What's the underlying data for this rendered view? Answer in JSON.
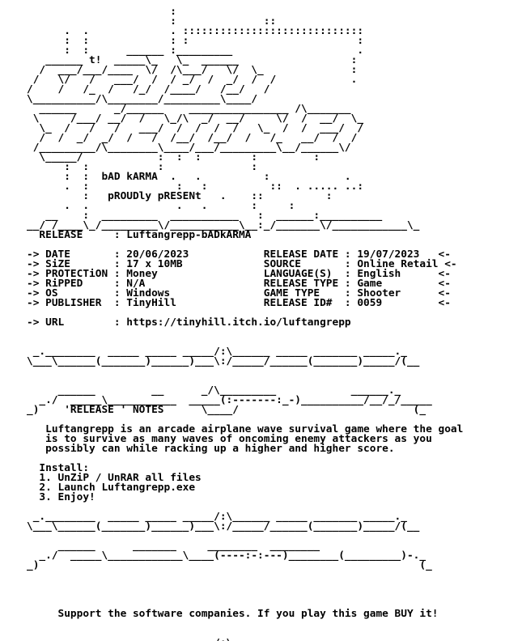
{
  "nfo": {
    "lines": [
      "                       :",
      "                       :              ::",
      "      .  .             . :::::::::::::::::::::::::::::",
      "      :  :             : :                           :",
      "      :  :      ______ :_________                    .",
      "   ______ t!  _____\\_   \\_  ______                  :",
      "  /  ___/___/____  \\/  /\\___/   \\/  \\_              :",
      " /   \\/   /   ___/  /  / _/  /  _/  /  /            .",
      "/    /   /_  /   /_/  /____/   /__/   /",
      "\\__________/\\________/_________\\____/",
      "  ______      _/______    ________________ /\\_______",
      " \\     /___/ __/  /   \\_/\\  _/  __/     \\/  /  __/  \\_",
      "  \\_  /   /   /   ___/  /  /  /  /   \\_  /  /  ___/  /",
      "  /  /  _/  _/  /   /  /__/  /__/  /   /_   __/  /  /",
      " /_________/\\________\\____/___/_________\\__/______\\/",
      "  \\_____/            :  :  :        :         :",
      "      :  :           :              :",
      "      :  :  bAD kARMA  .   .          :            .",
      "      .  :              :   :          ::  . ..... ..:",
      "         :   pROUDly pRESENt   .    ::          :",
      "      .  .              .   .       :     :",
      "   __    :  _________  ___________   :  ______:__________",
      "__/ /____\\_/_________\\/___________\\__:_/_______\\/____________\\_",
      "  RELEASE     : Luftangrepp-bADkARMA",
      "",
      "-> DATE       : 20/06/2023            RELEASE DATE : 19/07/2023   <-",
      "-> SiZE       : 17 x 10MB             SOURCE       : Online Retail <-",
      "-> PROTECTiON : Money                 LANGUAGE(S)  : English      <-",
      "-> RiPPED     : N/A                   RELEASE TYPE : Game         <-",
      "-> OS         : Windows               GAME TYPE    : Shooter      <-",
      "-> PUBLISHER  : TinyHill              RELEASE ID#  : 0059         <-",
      "",
      "-> URL        : https://tinyhill.itch.io/luftangrepp",
      "",
      "",
      " _.________  _____ _____ _____/:\\______ _____ _______ _____._",
      "\\___\\______(_______)______)___\\:/_____/______(_______)_____/(__",
      "",
      "",
      "     ______         __      _/\\_________            ______._",
      "  _./  _____\\___________  _____(:-------:_-)__________/__/_/_____",
      "_)    'RELEASE ' NOTES      \\____/                            (_",
      "",
      "   Luftangrepp is an arcade airplane wave survival game where the goal",
      "   is to survive as many waves of oncoming enemy attackers as you",
      "   possibly can while racking up a higher and higher score.",
      "",
      "  Install:",
      "  1. UnZiP / UnRAR all files",
      "  2. Launch Luftangrepp.exe",
      "  3. Enjoy!",
      "",
      " _.________  _____ _____ _____/:\\______ _____ _______ _____._",
      "\\___\\______(_______)______)___\\:/_____/______(_______)_____/(__",
      "",
      "     ______      _______     ________  ________",
      "  _./  _____\\____________\\____(----:-:---)________(_________)-._",
      "_)                                                             (_",
      "",
      "",
      "",
      "",
      "     Support the software companies. If you play this game BUY it!",
      "",
      "",
      " _.________  _____ _____ _____/:\\______ _____ _______ _____._",
      "(____/\\______\\___.________/___/:\\_______________/_______(_____)"
    ]
  }
}
